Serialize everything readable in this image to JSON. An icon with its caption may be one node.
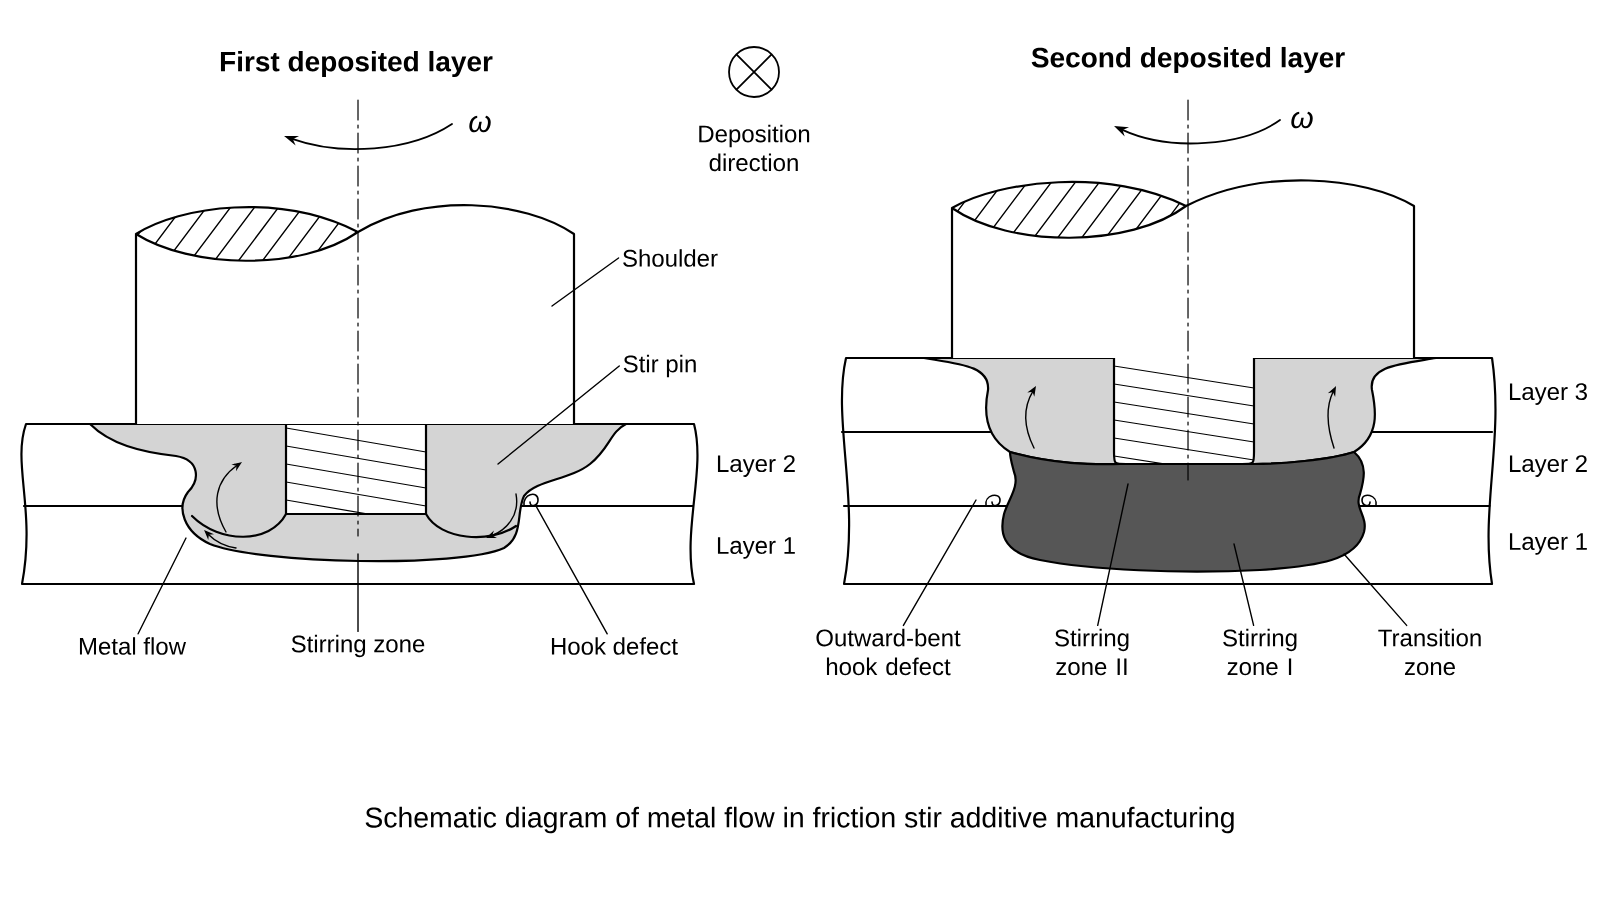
{
  "diagram": {
    "caption": "Schematic diagram of metal flow in friction stir additive manufacturing",
    "nodes": [
      {
        "text": [
          "Shoulder"
        ]
      },
      {
        "text": [
          "Stir pin"
        ]
      },
      {
        "text": [
          "Metal flow"
        ]
      },
      {
        "text": [
          "Stirring zone"
        ]
      },
      {
        "text": [
          "Hook defect"
        ]
      },
      {
        "text": [
          "Outward-bent hook defect"
        ]
      },
      {
        "text": [
          "Stirring zone II"
        ]
      },
      {
        "text": [
          "Stirring zone I"
        ]
      },
      {
        "text": [
          "Transition zone"
        ]
      }
    ],
    "edges": [
      {
        "from": 0,
        "to": null,
        "arrow": "none"
      },
      {
        "from": 1,
        "to": null,
        "arrow": "none"
      },
      {
        "from": 2,
        "to": null,
        "arrow": "none"
      },
      {
        "from": 3,
        "to": null,
        "arrow": "none"
      },
      {
        "from": 4,
        "to": null,
        "arrow": "none"
      },
      {
        "from": 5,
        "to": null,
        "arrow": "none"
      },
      {
        "from": 6,
        "to": null,
        "arrow": "none"
      },
      {
        "from": 7,
        "to": null,
        "arrow": "none"
      },
      {
        "from": 8,
        "to": null,
        "arrow": "none"
      }
    ],
    "labels": [
      "First deposited layer",
      "ω",
      "Deposition direction",
      "Second deposited layer",
      "ω",
      "Layer 3",
      "Layer 2",
      "Layer 2",
      "Layer 1",
      "Layer 1"
    ]
  }
}
